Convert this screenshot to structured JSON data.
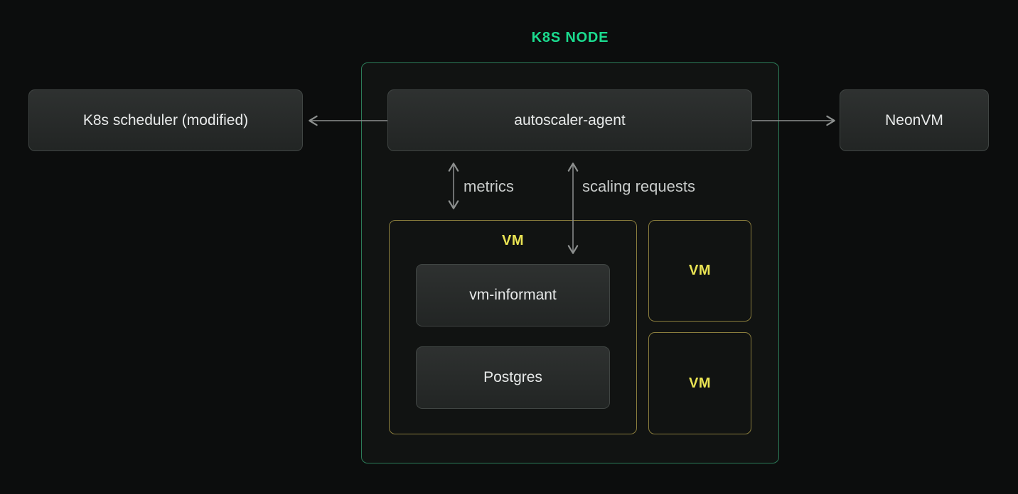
{
  "title": "K8S NODE",
  "nodes": {
    "scheduler": {
      "label": "K8s scheduler (modified)"
    },
    "autoscaler": {
      "label": "autoscaler-agent"
    },
    "neonvm": {
      "label": "NeonVM"
    },
    "vm_informant": {
      "label": "vm-informant"
    },
    "postgres": {
      "label": "Postgres"
    }
  },
  "groups": {
    "main_vm": {
      "label": "VM"
    },
    "vm_top": {
      "label": "VM"
    },
    "vm_bottom": {
      "label": "VM"
    }
  },
  "edge_labels": {
    "metrics": "metrics",
    "scaling_requests": "scaling requests"
  },
  "colors": {
    "background": "#0c0d0d",
    "group_background": "#111312",
    "accent_green": "#1bdb8f",
    "border_green": "#2c7b58",
    "border_yellow": "#8a7d3d",
    "vm_label_yellow": "#e9e353",
    "node_fill_top": "#2e3130",
    "node_fill_bottom": "#222524",
    "node_border": "#404543",
    "node_text": "#e8eaea",
    "edge_label_gray": "#c9cccb",
    "arrow_gray": "#8d908f"
  }
}
